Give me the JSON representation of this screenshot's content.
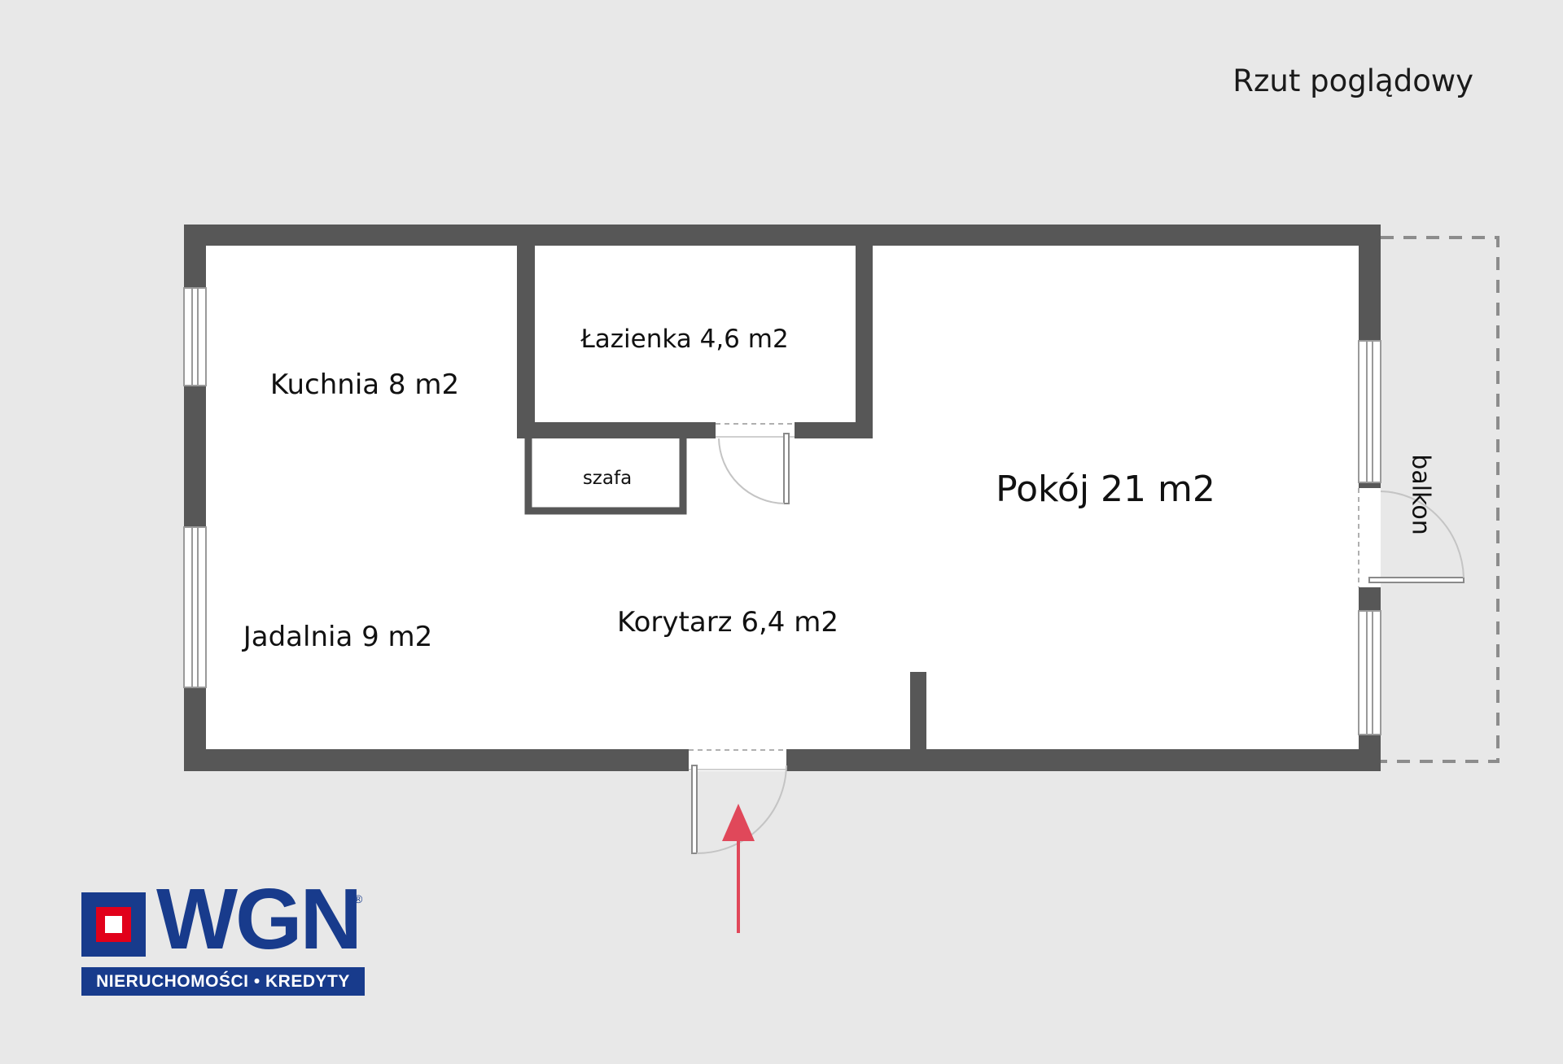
{
  "caption": "Rzut poglądowy",
  "rooms": {
    "kuchnia": "Kuchnia 8 m2",
    "lazienka": "Łazienka 4,6 m2",
    "szafa": "szafa",
    "pokoj": "Pokój 21 m2",
    "balkon": "balkon",
    "jadalnia": "Jadalnia 9 m2",
    "korytarz": "Korytarz 6,4 m2"
  },
  "logo": {
    "text": "WGN",
    "tagline": "NIERUCHOMOŚCI • KREDYTY",
    "registered": "®"
  },
  "icons": {
    "entrance": "entrance-arrow-icon"
  },
  "colors": {
    "background": "#e8e8e8",
    "wall": "#575757",
    "floor": "#ffffff",
    "arrow": "#e0485a",
    "brand_blue": "#183b8c",
    "brand_red": "#e1001a"
  }
}
